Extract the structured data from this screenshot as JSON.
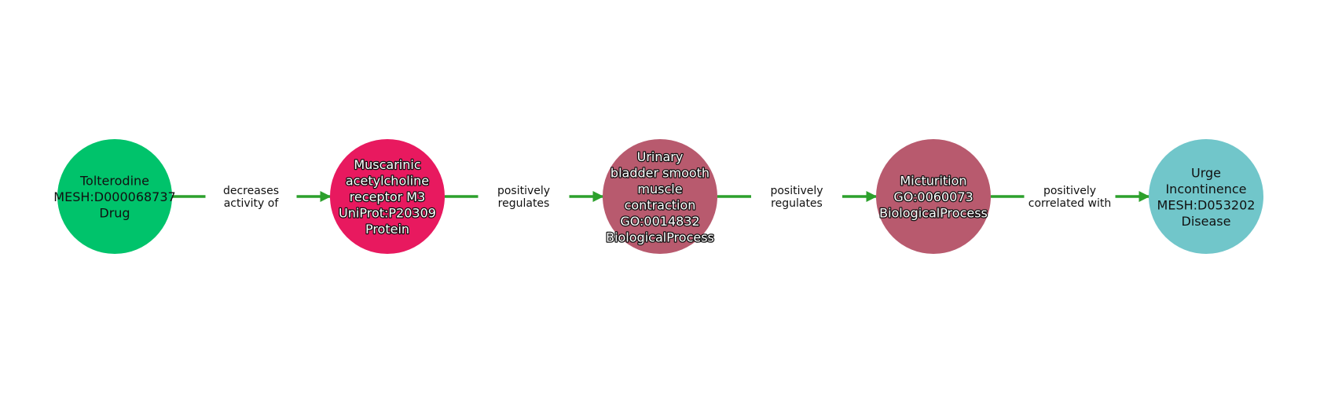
{
  "nodes": [
    {
      "id": "n1",
      "lines": [
        "Tolterodine",
        "MESH:D000068737",
        "Drug"
      ],
      "color": "#00c36b",
      "text_style": "dark"
    },
    {
      "id": "n2",
      "lines": [
        "Muscarinic",
        "acetylcholine",
        "receptor M3",
        "UniProt:P20309",
        "Protein"
      ],
      "color": "#e8195f",
      "text_style": "light"
    },
    {
      "id": "n3",
      "lines": [
        "Urinary",
        "bladder smooth",
        "muscle",
        "contraction",
        "GO:0014832",
        "BiologicalProcess"
      ],
      "color": "#b85a6e",
      "text_style": "light"
    },
    {
      "id": "n4",
      "lines": [
        "Micturition",
        "GO:0060073",
        "BiologicalProcess"
      ],
      "color": "#b85a6e",
      "text_style": "light"
    },
    {
      "id": "n5",
      "lines": [
        "Urge",
        "Incontinence",
        "MESH:D053202",
        "Disease"
      ],
      "color": "#71c6ca",
      "text_style": "dark"
    }
  ],
  "edges": [
    {
      "from": "n1",
      "to": "n2",
      "lines": [
        "decreases",
        "activity of"
      ]
    },
    {
      "from": "n2",
      "to": "n3",
      "lines": [
        "positively",
        "regulates"
      ]
    },
    {
      "from": "n3",
      "to": "n4",
      "lines": [
        "positively",
        "regulates"
      ]
    },
    {
      "from": "n4",
      "to": "n5",
      "lines": [
        "positively",
        "correlated with"
      ]
    }
  ],
  "edge_color": "#2ca02c"
}
